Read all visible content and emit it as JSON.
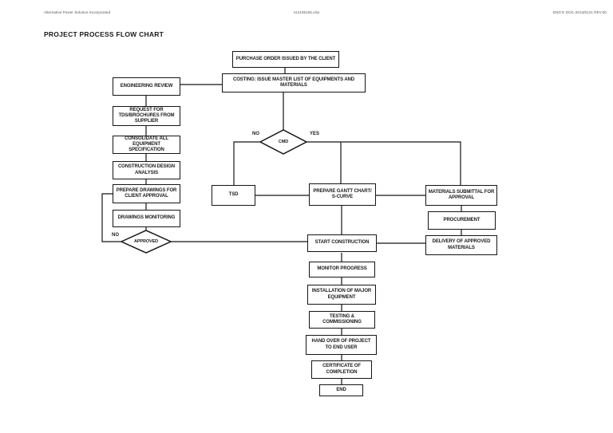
{
  "header": {
    "left": "Alternative Power Solution Incorporated",
    "center": "414105155.xlsx",
    "right": "ENG'G DOC-2013/5121 REV.00"
  },
  "title": "PROJECT PROCESS FLOW CHART",
  "nodes": {
    "purchase_order": "PURCHASE ORDER ISSUED BY THE CLIENT",
    "costing": "COSTING: ISSUE MASTER LIST OF EQUIPMENTS AND MATERIALS",
    "engineering_review": "ENGINEERING REVIEW",
    "request_tds": "REQUEST FOR TDS/BROCHURES FROM SUPPLIER",
    "consolidate": "CONSOLIDATE ALL EQUIPMENT SPECIFICATION",
    "construction_design": "CONSTRUCTION DESIGN ANALYSIS",
    "prepare_drawings": "PREPARE DRAWINGS FOR CLIENT APPROVAL",
    "drawings_monitoring": "DRAWINGS MONITORING",
    "approved_decision": "APPROVED",
    "cmd_decision": "CMD",
    "tsd": "TSD",
    "gantt": "PREPARE GANTT CHART/ S-CURVE",
    "materials_submittal": "MATERIALS SUBMITTAL FOR APPROVAL",
    "procurement": "PROCUREMENT",
    "delivery": "DELIVERY OF APPROVED MATERIALS",
    "start_construction": "START CONSTRUCTION",
    "monitor_progress": "MONITOR PROGRESS",
    "installation": "INSTALLATION OF MAJOR EQUIPMENT",
    "testing": "TESTING & COMMISSIONING",
    "handover": "HAND OVER OF PROJECT TO END USER",
    "certificate": "CERTIFICATE OF COMPLETION",
    "end": "END"
  },
  "edge_labels": {
    "cmd_no": "NO",
    "cmd_yes": "YES",
    "approved_no": "NO"
  },
  "colors": {
    "line": "#151515",
    "background": "#ffffff"
  }
}
